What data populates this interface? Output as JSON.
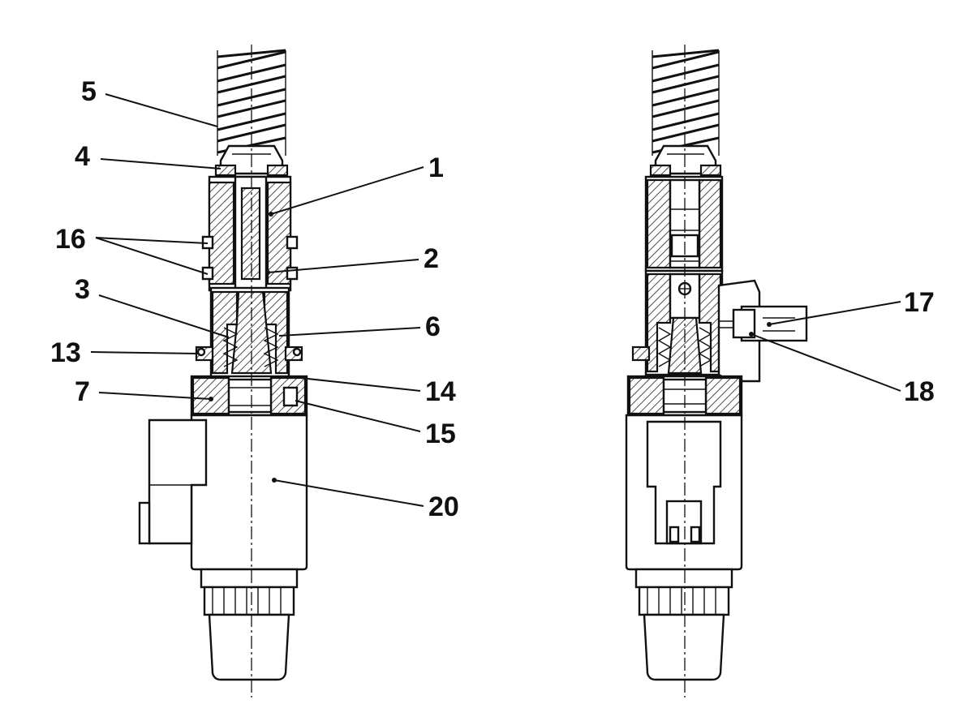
{
  "callouts": {
    "c1": "1",
    "c2": "2",
    "c3": "3",
    "c4": "4",
    "c5": "5",
    "c6": "6",
    "c7": "7",
    "c13": "13",
    "c14": "14",
    "c15": "15",
    "c16": "16",
    "c17": "17",
    "c18": "18",
    "c20": "20"
  }
}
